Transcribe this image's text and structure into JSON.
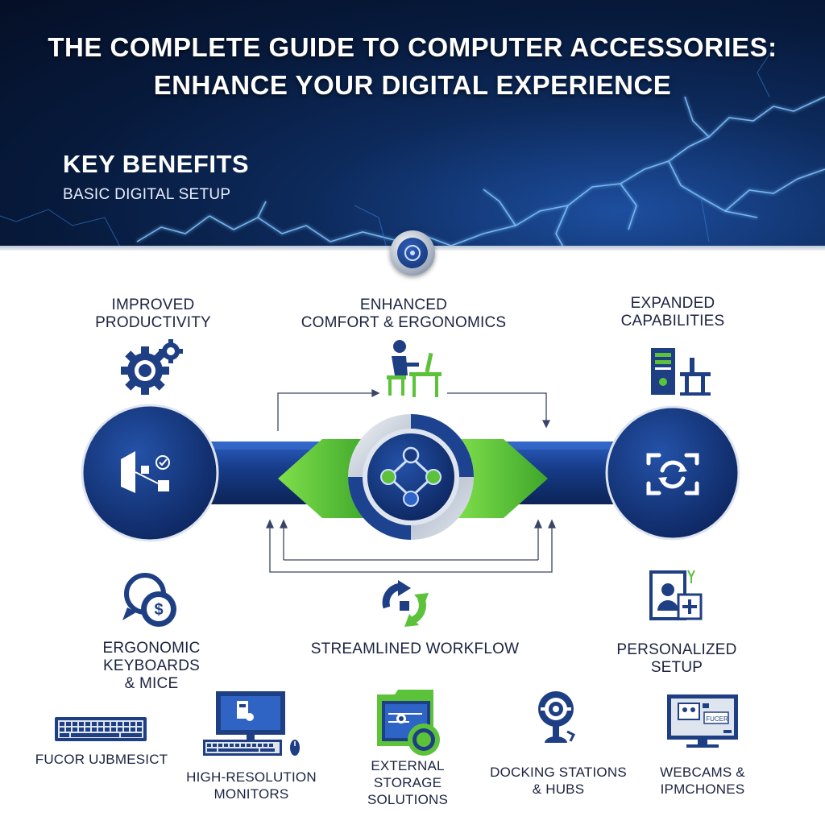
{
  "header": {
    "title_line1": "THE COMPLETE GUIDE TO COMPUTER ACCESSORIES:",
    "title_line2": "ENHANCE YOUR DIGITAL EXPERIENCE",
    "section_title": "KEY BENEFITS",
    "section_subtitle": "BASIC DIGITAL SETUP"
  },
  "benefits": {
    "productivity": {
      "line1": "IMPROVED",
      "line2": "PRODUCTIVITY",
      "icon": "gears-icon"
    },
    "comfort": {
      "line1": "ENHANCED",
      "line2": "COMFORT & ERGONOMICS",
      "icon": "person-desk-icon"
    },
    "capabilities": {
      "line1": "EXPANDED",
      "line2": "CAPABILITIES",
      "icon": "computer-tower-icon"
    }
  },
  "hub": {
    "left_icon": "shapes-check-icon",
    "center_icon": "network-nodes-icon",
    "right_icon": "sync-frame-icon"
  },
  "middle": {
    "keyboards": {
      "line1": "ERGONOMIC KEYBOARDS",
      "line2": "& MICE",
      "icon": "dollar-search-icon"
    },
    "workflow": {
      "line1": "STREAMLINED WORKFLOW",
      "icon": "refresh-arrows-icon"
    },
    "personalized": {
      "line1": "PERSONALIZED",
      "line2": "SETUP",
      "icon": "profile-add-icon"
    }
  },
  "accessories": [
    {
      "line1": "FUCOR UJBMESICT",
      "line2": "",
      "icon": "keyboard-icon"
    },
    {
      "line1": "HIGH-RESOLUTION",
      "line2": "MONITORS",
      "icon": "desktop-computer-icon"
    },
    {
      "line1": "EXTERNAL",
      "line2": "STORAGE",
      "line3": "SOLUTIONS",
      "icon": "storage-drive-icon"
    },
    {
      "line1": "DOCKING STATIONS",
      "line2": "& HUBS",
      "icon": "webcam-icon"
    },
    {
      "line1": "WEBCAMS &",
      "line2": "IPMCHONES",
      "icon": "monitor-screen-icon"
    },
    {
      "screen_text": "FUCER"
    }
  ],
  "colors": {
    "navy": "#12306f",
    "blue": "#1f4fa3",
    "green": "#5cc23a",
    "silver": "#b9c2cf"
  }
}
